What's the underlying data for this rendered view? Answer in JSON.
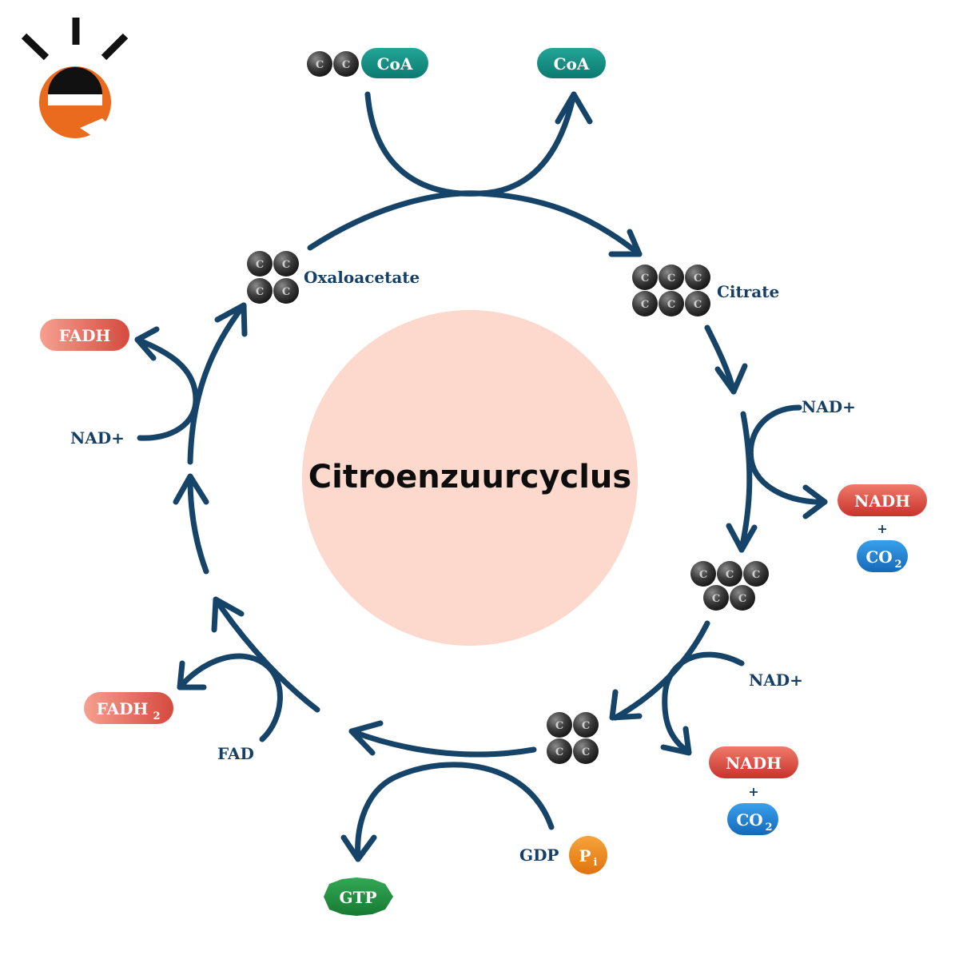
{
  "title": "Citroenzuurcyclus",
  "atom_symbol": "C",
  "labels": {
    "coa_in": "CoA",
    "coa_out": "CoA",
    "oxaloacetate": "Oxaloacetate",
    "citrate": "Citrate",
    "nad_1": "NAD+",
    "nadh_1": "NADH",
    "plus_1": "+",
    "co2_1": "CO",
    "co2_1_sub": "2",
    "nad_2": "NAD+",
    "nadh_2": "NADH",
    "plus_2": "+",
    "co2_2": "CO",
    "co2_2_sub": "2",
    "gdp": "GDP",
    "pi": "P",
    "pi_sub": "i",
    "gtp": "GTP",
    "fad": "FAD",
    "fadh2": "FADH",
    "fadh2_sub": "2",
    "nad_3": "NAD+",
    "fadh": "FADH"
  },
  "colors": {
    "arrow": "#164468",
    "coa": "#0f8a7e",
    "nadh": "#d9473f",
    "co2": "#1b7fd0",
    "gtp": "#1f8a3c",
    "pi": "#f08a1c",
    "center_circle": "#fcd8cd",
    "logo_orange": "#ea6a1e"
  }
}
